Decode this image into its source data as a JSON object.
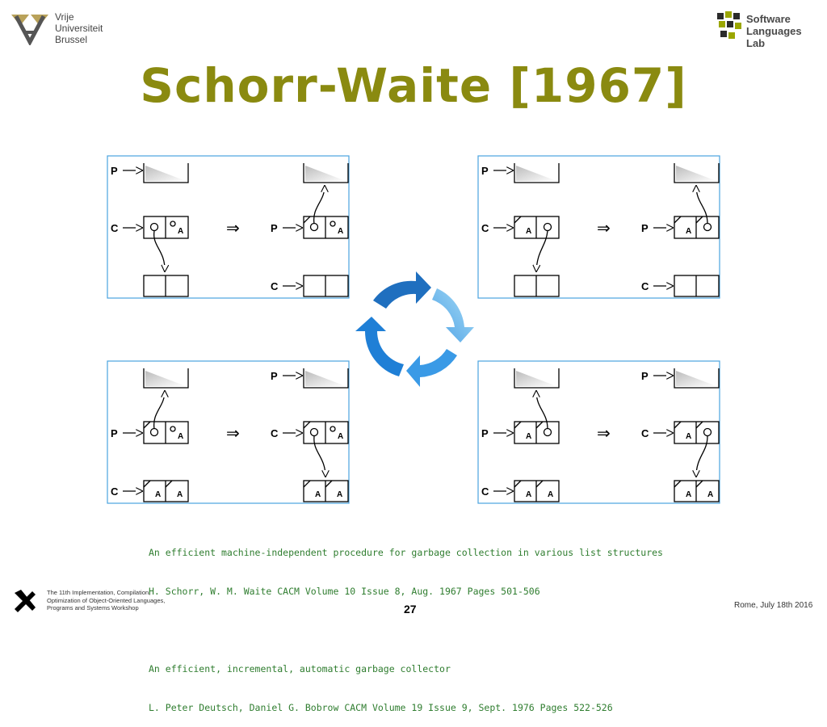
{
  "header": {
    "university": [
      "Vrije",
      "Universiteit",
      "Brussel"
    ],
    "lab_logo": "Software Languages Lab"
  },
  "slide": {
    "title": "Schorr-Waite [1967]"
  },
  "diagram": {
    "panels": [
      {
        "left": {
          "P": "P",
          "C": "C",
          "A": "A"
        },
        "arrow": "⇒",
        "right": {
          "P": "P",
          "C": "C",
          "A": "A"
        }
      },
      {
        "left": {
          "P": "P",
          "C": "C",
          "A": "A"
        },
        "arrow": "⇒",
        "right": {
          "P": "P",
          "C": "C",
          "A": "A"
        }
      },
      {
        "left": {
          "P": "P",
          "C": "C",
          "A": "A"
        },
        "arrow": "⇒",
        "right": {
          "P": "P",
          "C": "C",
          "A": "A"
        }
      },
      {
        "left": {
          "P": "P",
          "C": "C",
          "A": "A"
        },
        "arrow": "⇒",
        "right": {
          "P": "P",
          "C": "C",
          "A": "A"
        }
      }
    ],
    "cycle_icon": "cycle-arrows-icon"
  },
  "references": [
    "An efficient machine-independent procedure for garbage collection in various list structures",
    "H. Schorr, W. M. Waite CACM Volume 10 Issue 8, Aug. 1967 Pages 501-506",
    "",
    "An efficient, incremental, automatic garbage collector",
    "L. Peter Deutsch, Daniel G. Bobrow CACM Volume 19 Issue 9, Sept. 1976 Pages 522-526"
  ],
  "footer": {
    "conference": [
      "The 11th Implementation, Compilation,",
      "Optimization of Object-Oriented Languages,",
      "Programs and Systems Workshop"
    ],
    "page_number": "27",
    "date": "Rome, July 18th 2016"
  },
  "colors": {
    "title": "#8a8a10",
    "references": "#2f7d2f",
    "panel_border": "#4aa3e0",
    "cycle_dark": "#1f6fbf",
    "cycle_light": "#8fd0f0"
  }
}
